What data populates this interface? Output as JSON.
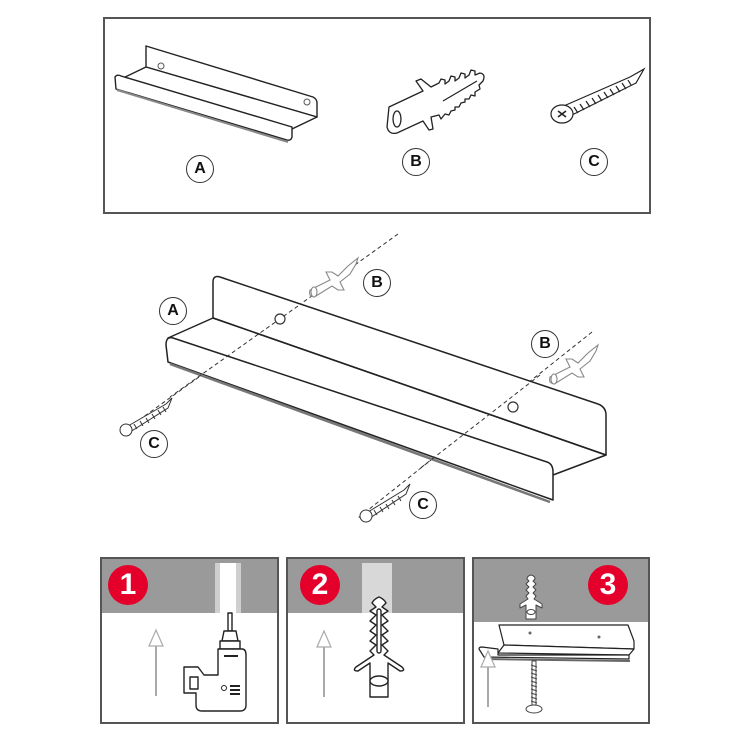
{
  "parts_panel": {
    "parts": [
      {
        "id": "A",
        "label": "A",
        "name": "shelf-bracket"
      },
      {
        "id": "B",
        "label": "B",
        "name": "wall-plug"
      },
      {
        "id": "C",
        "label": "C",
        "name": "screw"
      }
    ]
  },
  "assembly": {
    "labels": {
      "shelf": "A",
      "plug_left": "B",
      "plug_right": "B",
      "screw_left": "C",
      "screw_right": "C"
    }
  },
  "steps": [
    {
      "number": "1",
      "description_icon": "drill-icon"
    },
    {
      "number": "2",
      "description_icon": "wall-plug-icon"
    },
    {
      "number": "3",
      "description_icon": "shelf-mount-icon"
    }
  ],
  "colors": {
    "step_badge": "#e4002b",
    "wall_band": "#9a9a9a",
    "line": "#222222",
    "frame": "#555555"
  }
}
